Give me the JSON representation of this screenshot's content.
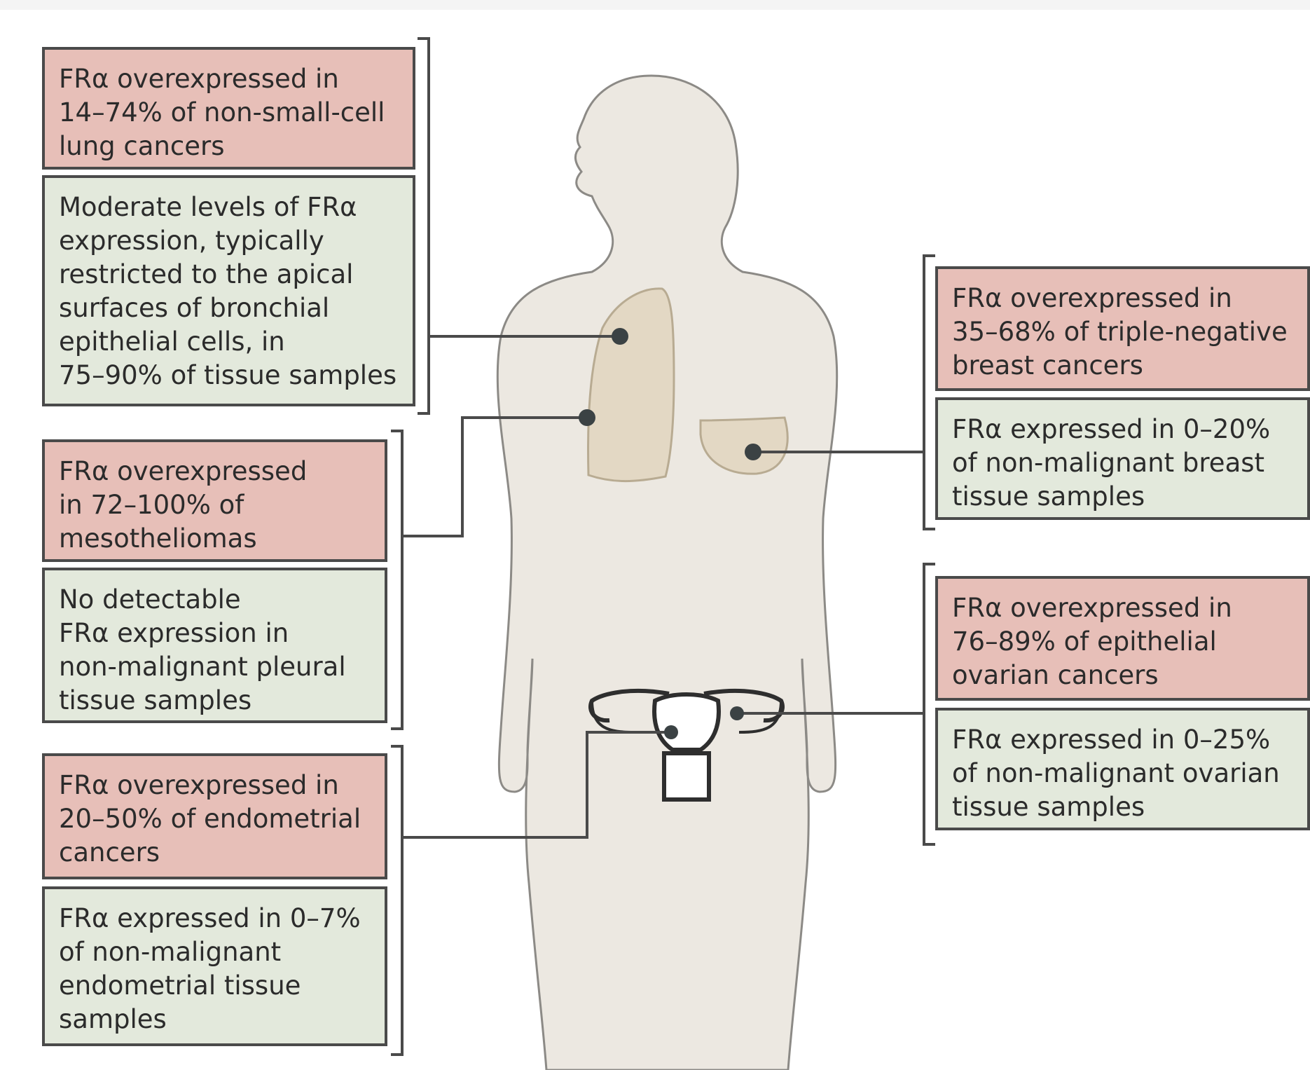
{
  "colors": {
    "cancer_box": "#e7bfb8",
    "normal_box": "#e3e9dc",
    "body_fill": "#ece8e1",
    "organ_fill": "#e3d8c4",
    "line": "#4a4a4a"
  },
  "panels": {
    "lung_cancer": [
      "FRα overexpressed in",
      "14–74% of non-small-cell",
      "lung cancers"
    ],
    "lung_normal": [
      "Moderate levels of FRα",
      "expression, typically",
      "restricted to the apical",
      "surfaces of bronchial",
      "epithelial cells, in",
      "75–90% of tissue samples"
    ],
    "meso_cancer": [
      "FRα overexpressed",
      "in 72–100% of",
      "mesotheliomas"
    ],
    "meso_normal": [
      "No detectable",
      "FRα expression in",
      "non-malignant pleural",
      "tissue samples"
    ],
    "endo_cancer": [
      "FRα overexpressed in",
      "20–50% of endometrial",
      "cancers"
    ],
    "endo_normal": [
      "FRα expressed in 0–7%",
      "of non-malignant",
      "endometrial tissue",
      "samples"
    ],
    "breast_cancer": [
      "FRα overexpressed in",
      "35–68% of triple-negative",
      "breast cancers"
    ],
    "breast_normal": [
      "FRα expressed in 0–20%",
      "of non-malignant breast",
      "tissue samples"
    ],
    "ovarian_cancer": [
      "FRα overexpressed in",
      "76–89% of epithelial",
      "ovarian cancers"
    ],
    "ovarian_normal": [
      "FRα expressed in 0–25%",
      "of non-malignant ovarian",
      "tissue samples"
    ]
  }
}
